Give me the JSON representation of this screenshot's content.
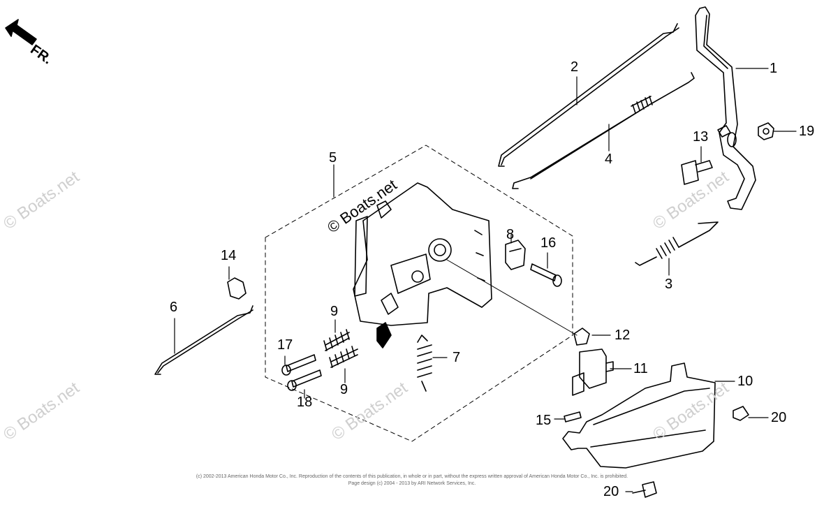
{
  "direction_label": "FR.",
  "watermark": "© Boats.net",
  "callouts": {
    "c1": "1",
    "c2": "2",
    "c3": "3",
    "c4": "4",
    "c5": "5",
    "c6": "6",
    "c7": "7",
    "c8": "8",
    "c9a": "9",
    "c9b": "9",
    "c10": "10",
    "c11": "11",
    "c12": "12",
    "c13": "13",
    "c14": "14",
    "c15": "15",
    "c16": "16",
    "c17": "17",
    "c18": "18",
    "c19": "19",
    "c20a": "20",
    "c20b": "20"
  },
  "footer": {
    "line1": "(c) 2002-2013 American Honda Motor Co., Inc. Reproduction of the contents of this publication, in whole or in part, without the express written approval of American Honda Motor Co., Inc. is prohibited.",
    "line2": "Page design (c) 2004 - 2013 by ARI Network Services, Inc."
  }
}
